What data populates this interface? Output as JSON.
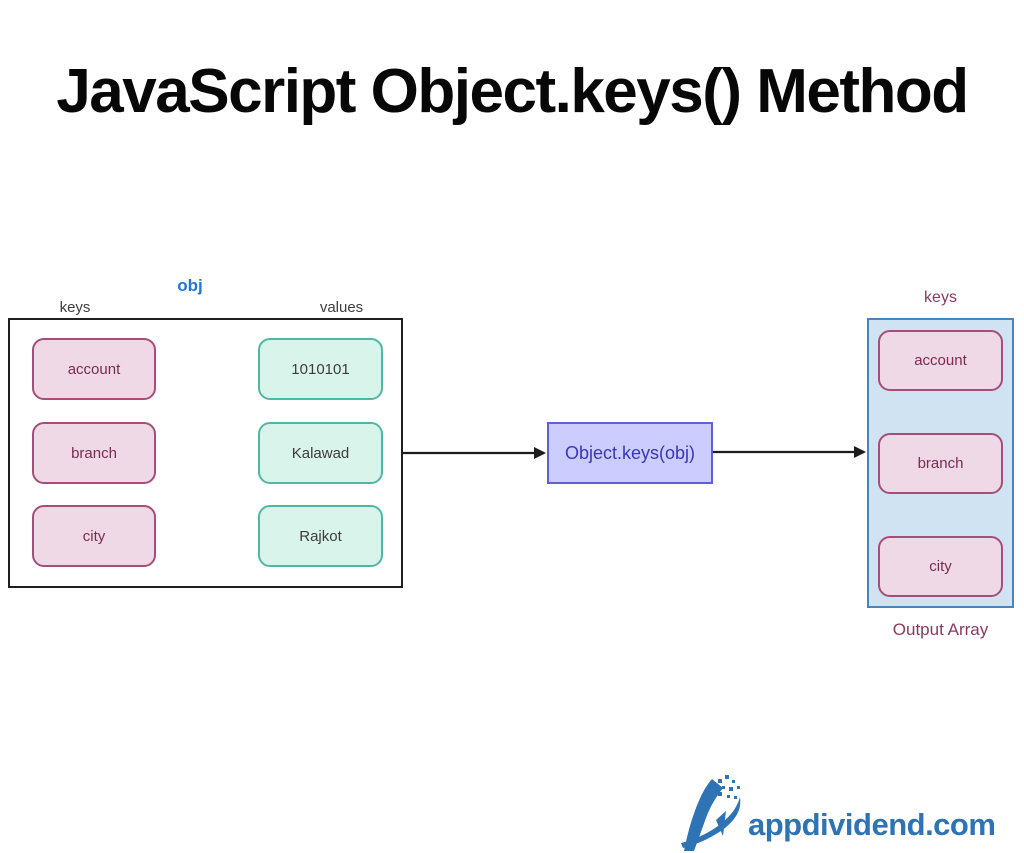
{
  "title": "JavaScript Object.keys() Method",
  "diagram": {
    "obj_label": "obj",
    "keys_column_label": "keys",
    "values_column_label": "values",
    "keys": [
      "account",
      "branch",
      "city"
    ],
    "values": [
      "1010101",
      "Kalawad",
      "Rajkot"
    ],
    "method_label": "Object.keys(obj)",
    "output_keys_label": "keys",
    "output_items": [
      "account",
      "branch",
      "city"
    ],
    "output_caption": "Output Array"
  },
  "branding": {
    "logo_icon": "appdividend-a-logo",
    "site": "appdividend.com"
  },
  "colors": {
    "title_text": "#070707",
    "obj_label_blue": "#2277d6",
    "column_label_gray": "#3f3f3f",
    "key_fill": "#f0d9e6",
    "key_border": "#a64d78",
    "key_text": "#7a2b52",
    "value_fill": "#d9f5eb",
    "value_border": "#4fb8a4",
    "value_text": "#3c3c3c",
    "method_fill": "#ccccff",
    "method_border": "#5f5fd9",
    "method_text": "#3737b8",
    "output_fill": "#cfe3f3",
    "output_border": "#4e83b7",
    "maroon_label": "#8a3a61",
    "arrow": "#1c1c1c",
    "outer_box_border": "#1f1f1f",
    "brand_blue": "#2e73b4"
  }
}
